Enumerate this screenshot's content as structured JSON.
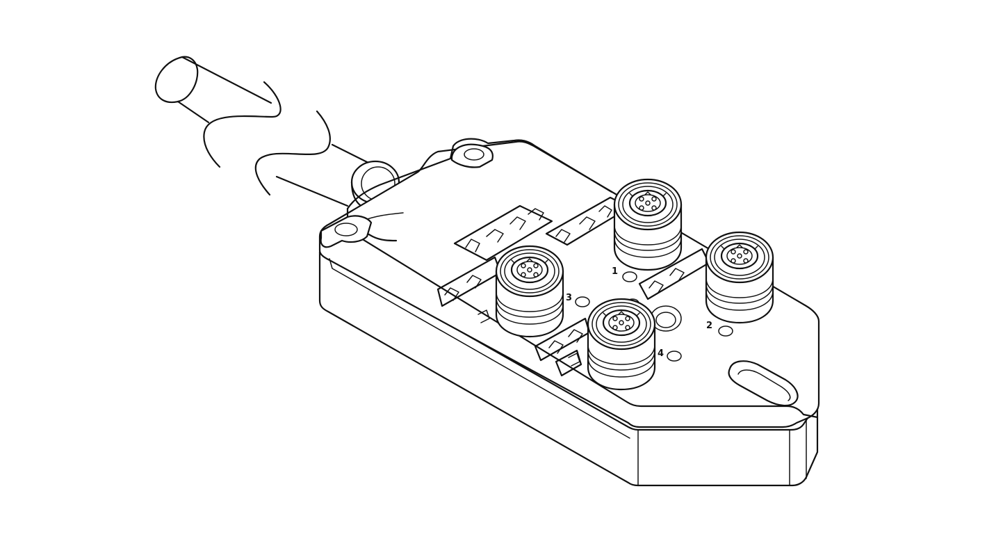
{
  "figure": {
    "subject": "m12-sensor-actuator-distribution-box",
    "background": "#ffffff",
    "line_color": "#111111",
    "connector_count": 4,
    "port_labels": [
      "1",
      "2",
      "3",
      "4"
    ]
  }
}
